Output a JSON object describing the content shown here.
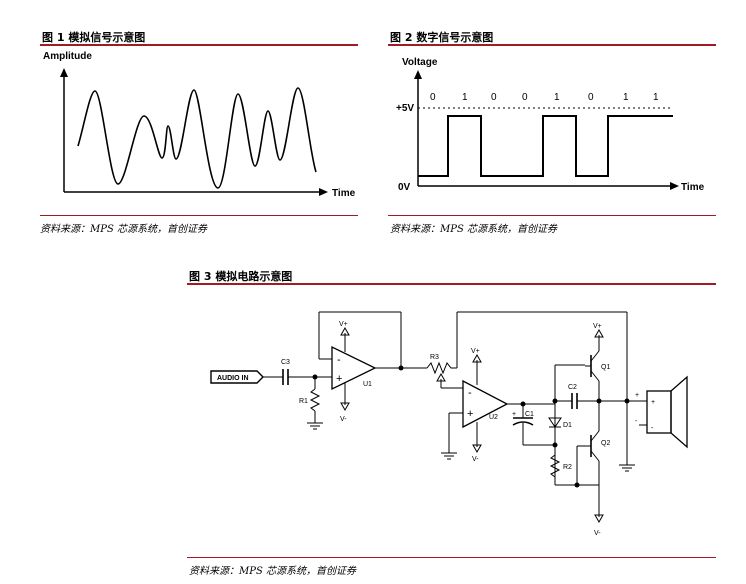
{
  "figures": {
    "fig1": {
      "title": "图 1 模拟信号示意图",
      "y_label": "Amplitude",
      "x_label": "Time",
      "source": "资料来源：MPS 芯源系统，首创证券"
    },
    "fig2": {
      "title": "图 2 数字信号示意图",
      "y_label": "Voltage",
      "x_label": "Time",
      "level_high": "+5V",
      "level_low": "0V",
      "bits": [
        "0",
        "1",
        "0",
        "0",
        "1",
        "0",
        "1",
        "1"
      ],
      "source": "资料来源：MPS 芯源系统，首创证券"
    },
    "fig3": {
      "title": "图 3 模拟电路示意图",
      "source": "资料来源：MPS 芯源系统，首创证券",
      "labels": {
        "audio_in": "AUDIO IN",
        "c3": "C3",
        "r1": "R1",
        "u1": "U1",
        "vplus": "V+",
        "vminus": "V-",
        "r3": "R3",
        "u2": "U2",
        "c1": "C1",
        "c2": "C2",
        "d1": "D1",
        "r2": "R2",
        "q1": "Q1",
        "q2": "Q2",
        "minus": "-",
        "plus": "+"
      }
    }
  }
}
